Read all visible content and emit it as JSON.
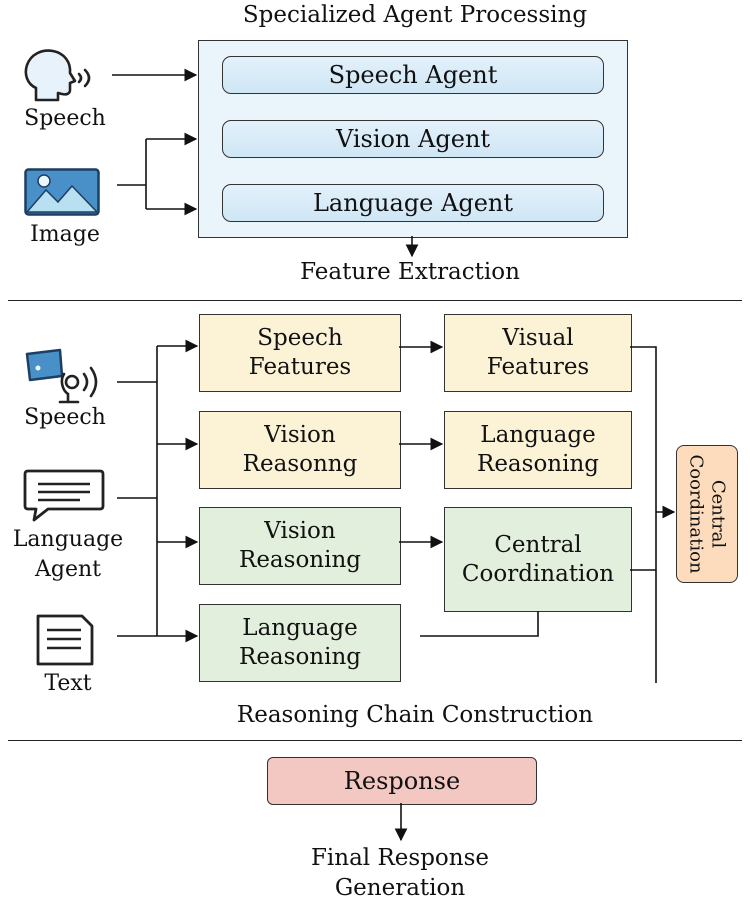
{
  "stage1": {
    "title": "Specialized Agent Processing",
    "inputs": {
      "speech": "Speech",
      "image": "Image"
    },
    "agents": [
      "Speech Agent",
      "Vision Agent",
      "Language Agent"
    ],
    "caption": "Feature Extraction"
  },
  "stage2": {
    "inputs": {
      "speech": "Speech",
      "language_agent": "Language\nAgent",
      "text": "Text"
    },
    "nodes": {
      "speech_features": "Speech\nFeatures",
      "visual_features": "Visual\nFeatures",
      "vision_reasonng": "Vision\nReasonng",
      "language_reasoning_top": "Language\nReasoning",
      "vision_reasoning": "Vision\nReasoning",
      "central_coordination": "Central\nCoordination",
      "language_reasoning_bottom": "Language\nReasoning",
      "central_coordination_vertical": "Central\nCoordination"
    },
    "caption": "Reasoning Chain Construction"
  },
  "stage3": {
    "response": "Response",
    "caption": "Final Response\nGeneration"
  },
  "colors": {
    "agent_panel": "#eaf4fb",
    "feature_yellow": "#fcf3d7",
    "reasoning_green": "#e2efdc",
    "coordination_orange": "#fcdcbc",
    "response_pink": "#f3c7c2",
    "icon_blue": "#4a90c8"
  },
  "icons": [
    "speaking-head-icon",
    "image-icon",
    "monitor-speaker-icon",
    "chat-bubble-icon",
    "document-icon"
  ]
}
